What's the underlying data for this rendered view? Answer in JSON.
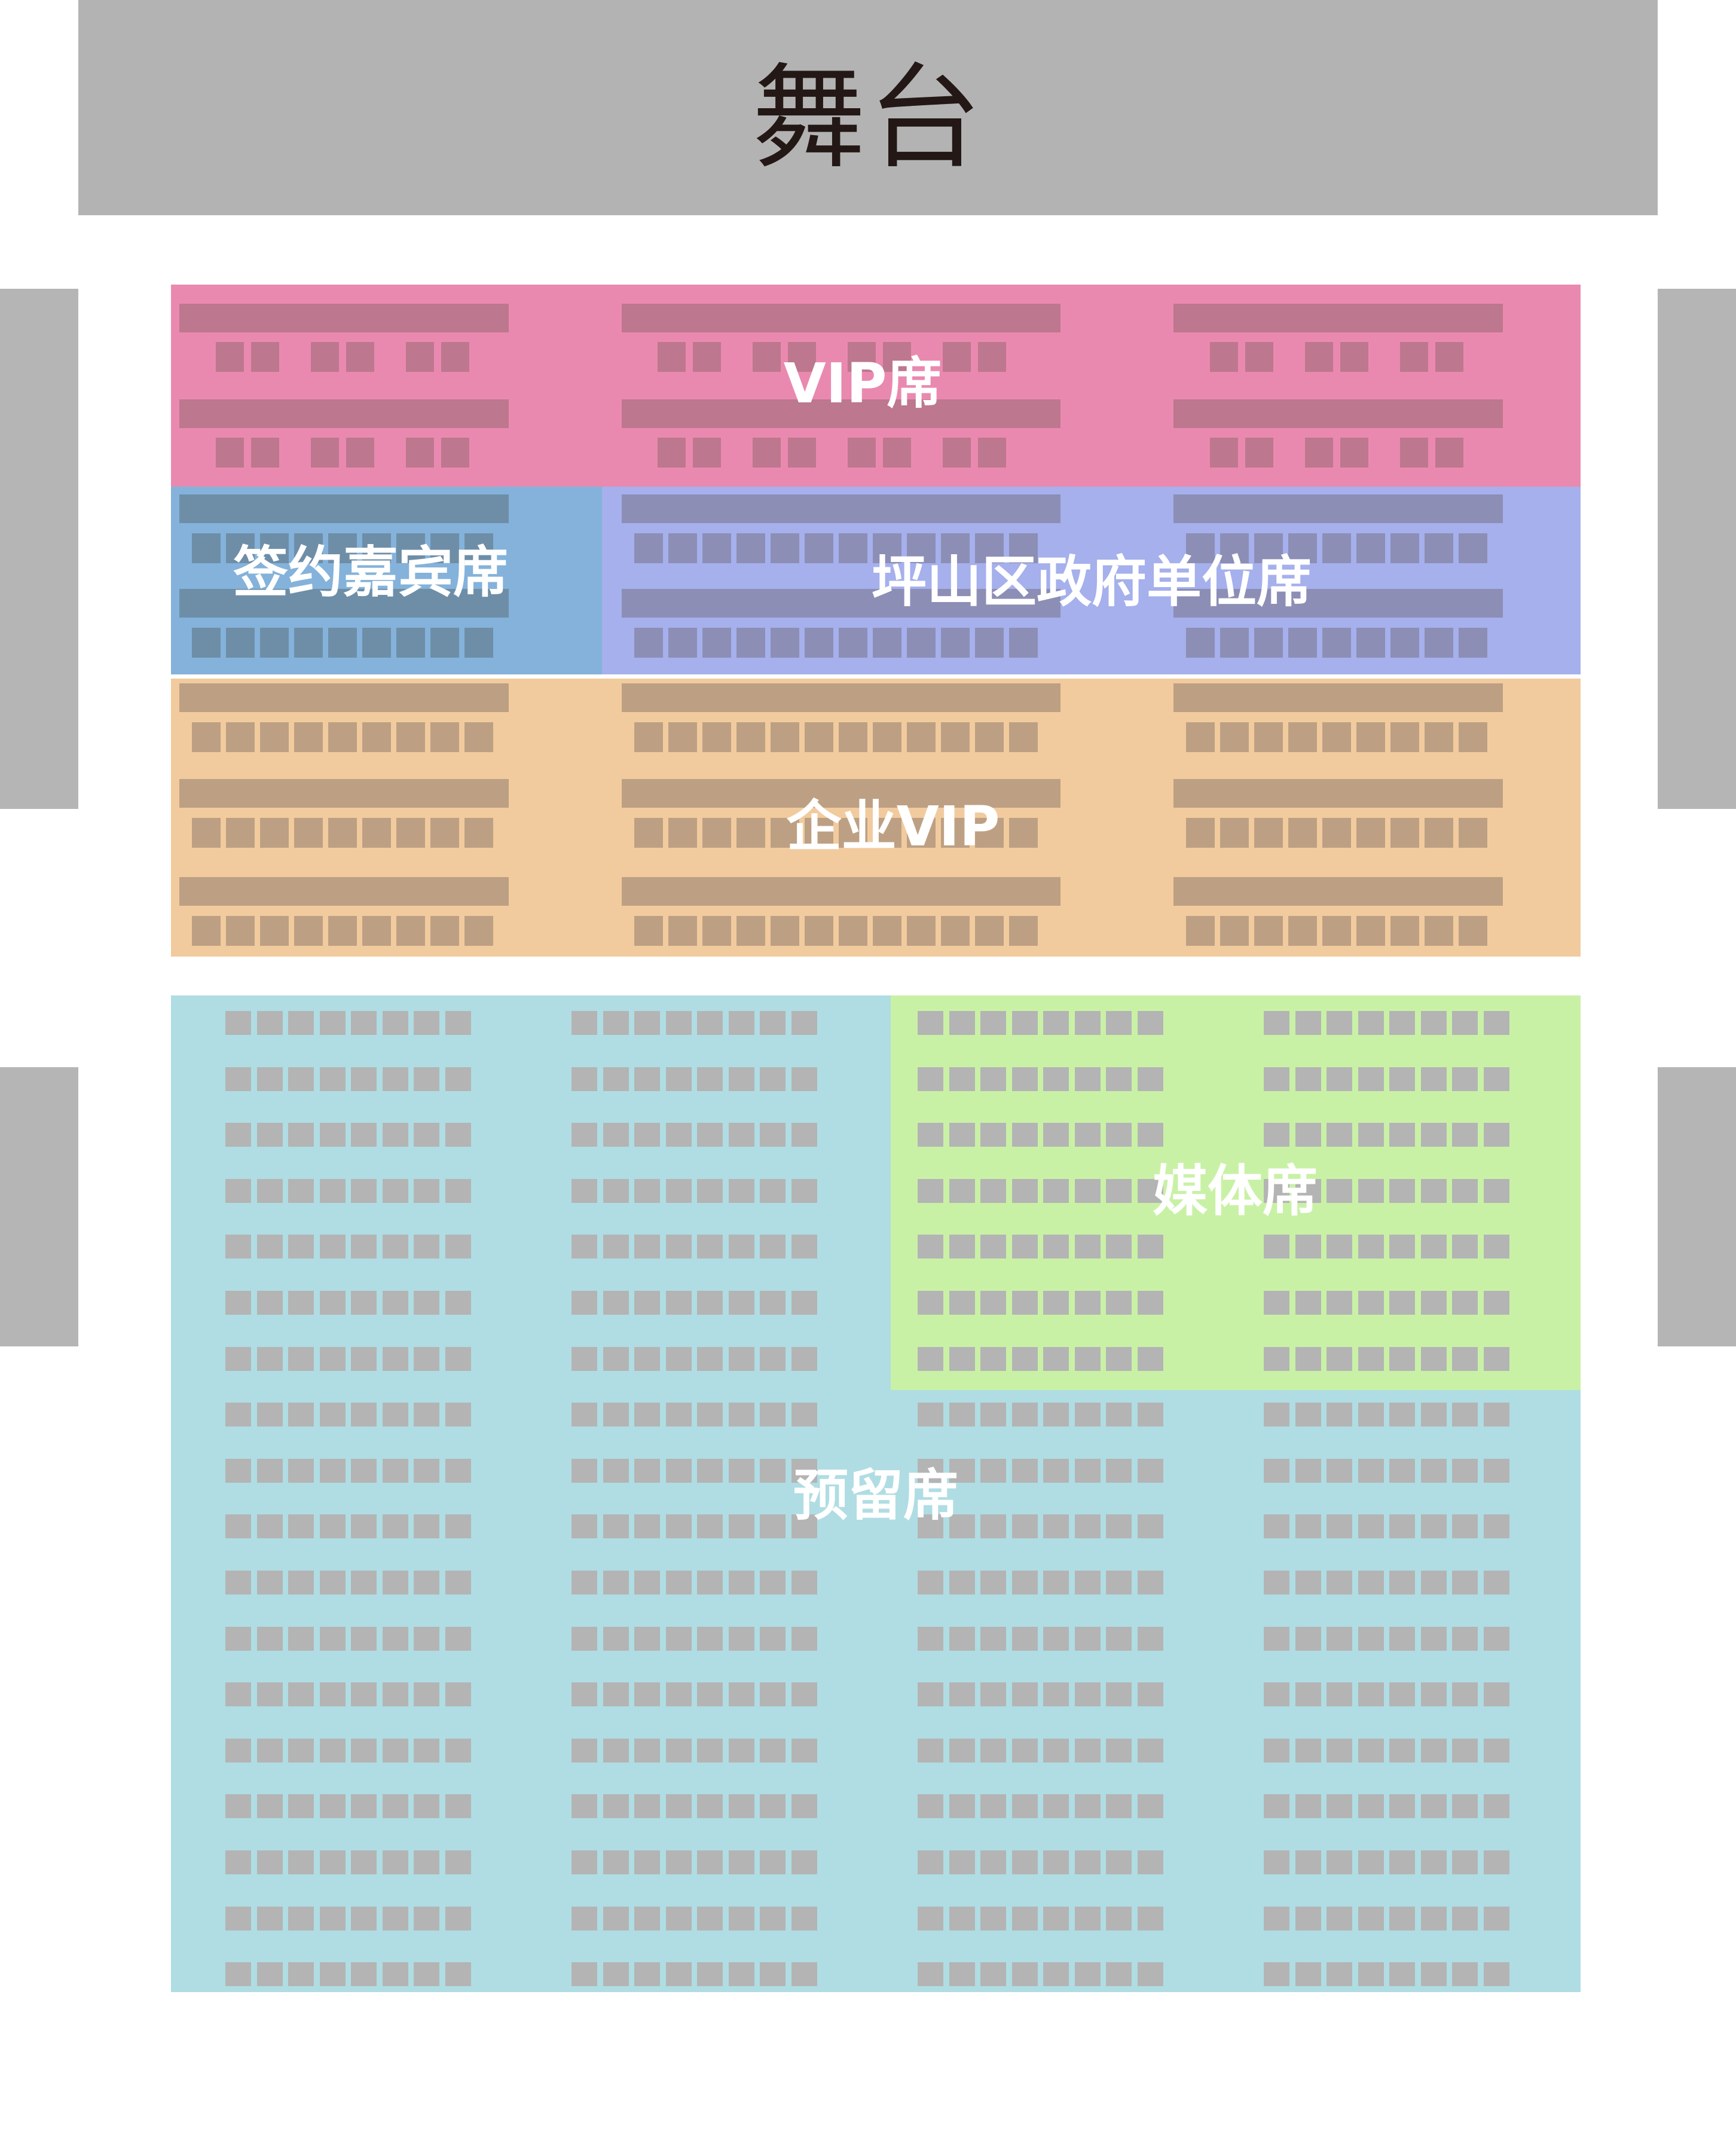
{
  "stage": {
    "label": "舞台"
  },
  "zones": {
    "vip": {
      "label": "VIP席",
      "color": "#ea89af"
    },
    "signed_guest": {
      "label": "签约嘉宾席",
      "color": "#84b2da"
    },
    "pingshan_gov": {
      "label": "坪山区政府单位席",
      "color": "#a5b0ec"
    },
    "enterprise_vip": {
      "label": "企业VIP",
      "color": "#f1cb9e"
    },
    "media": {
      "label": "媒体席",
      "color": "#c9f1a6"
    },
    "reserved": {
      "label": "预留席",
      "color": "#afdde3"
    }
  },
  "colors": {
    "stage": "#b3b3b3",
    "stage_text": "#231815",
    "side_bar": "#b5b5b5",
    "seat_grey": "#b4b4b4",
    "vip_seat": "#bd778e",
    "signed_seat": "#6e8ea8",
    "gov_seat": "#8c8eb5",
    "enterprise_seat": "#bda083"
  }
}
